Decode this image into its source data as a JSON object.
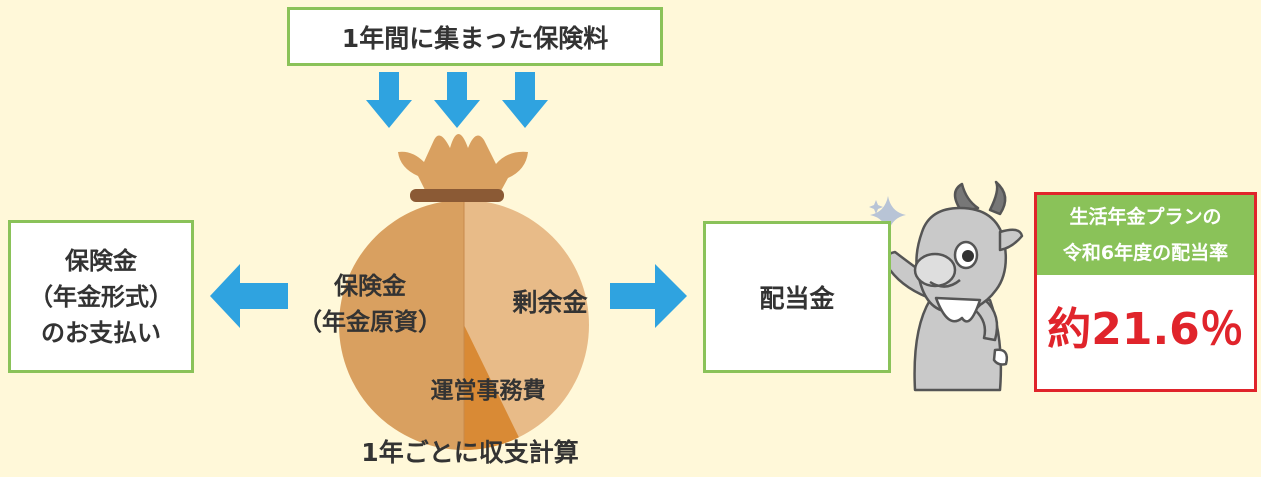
{
  "top_box": {
    "text": "1年間に集まった保険料"
  },
  "left_box": {
    "lines": [
      "保険金",
      "（年金形式）",
      "のお支払い"
    ]
  },
  "bag": {
    "pension_lines": [
      "保険金",
      "（年金原資）"
    ],
    "surplus": "剰余金",
    "admin": "運営事務費",
    "caption": "1年ごとに収支計算"
  },
  "dividend_box": {
    "text": "配当金"
  },
  "rate_panel": {
    "header_lines": [
      "生活年金プランの",
      "令和6年度の配当率"
    ],
    "value": "約21.6％"
  },
  "colors": {
    "background": "#fff8d9",
    "box_border": "#8ac259",
    "arrow": "#2fa3e0",
    "bag_main": "#d9a060",
    "bag_light": "#e8bb88",
    "bag_admin": "#d98a35",
    "rate_red": "#e0242b"
  },
  "icons": {
    "arrows": "arrow-icon",
    "mascot": "goat-mascot-icon",
    "sparkle": "sparkle-icon"
  }
}
